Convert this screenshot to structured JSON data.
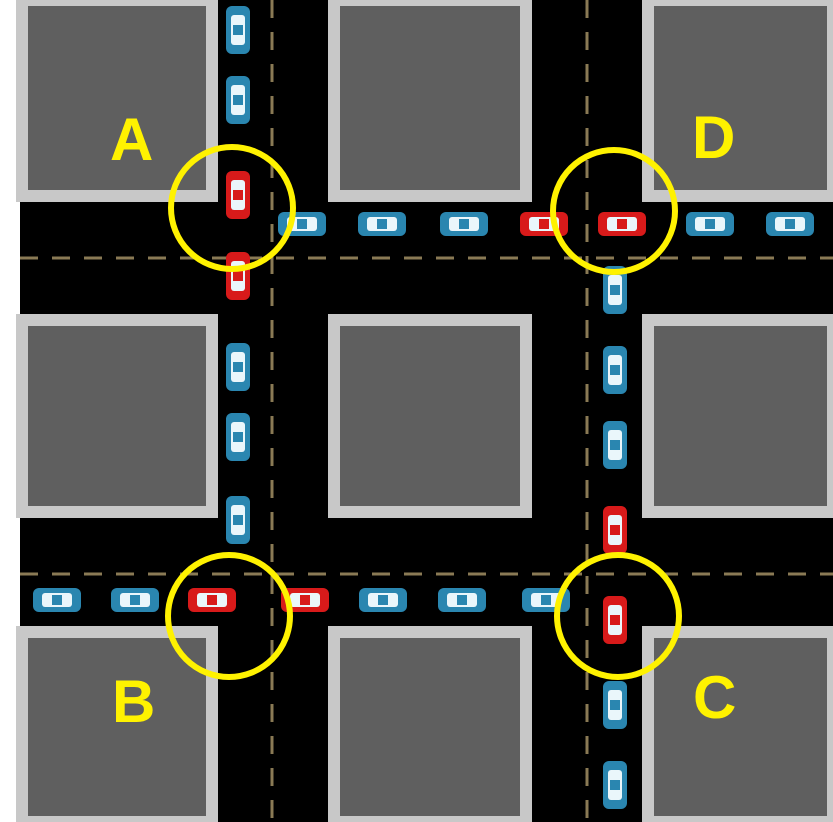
{
  "colors": {
    "background": "#ffffff",
    "road": "#000000",
    "block_fill": "#5f5f5f",
    "block_border": "#c8c8c8",
    "lane_marking": "#8a7a55",
    "car_blue": "#2a86b0",
    "car_red": "#d81a1a",
    "car_window": "#eaf6fb",
    "highlight": "#fff200"
  },
  "intersections": [
    {
      "id": "A",
      "label": "A"
    },
    {
      "id": "B",
      "label": "B"
    },
    {
      "id": "C",
      "label": "C"
    },
    {
      "id": "D",
      "label": "D"
    }
  ],
  "cars": {
    "vertical_left_road": [
      "blue",
      "blue",
      "red",
      "red",
      "blue",
      "blue",
      "blue"
    ],
    "horizontal_top_road": [
      "blue",
      "blue",
      "blue",
      "red",
      "red",
      "blue",
      "blue"
    ],
    "horizontal_bottom_road": [
      "blue",
      "blue",
      "red",
      "red",
      "blue",
      "blue",
      "blue"
    ],
    "vertical_right_road": [
      "blue",
      "blue",
      "blue",
      "red",
      "red",
      "blue",
      "blue"
    ]
  }
}
